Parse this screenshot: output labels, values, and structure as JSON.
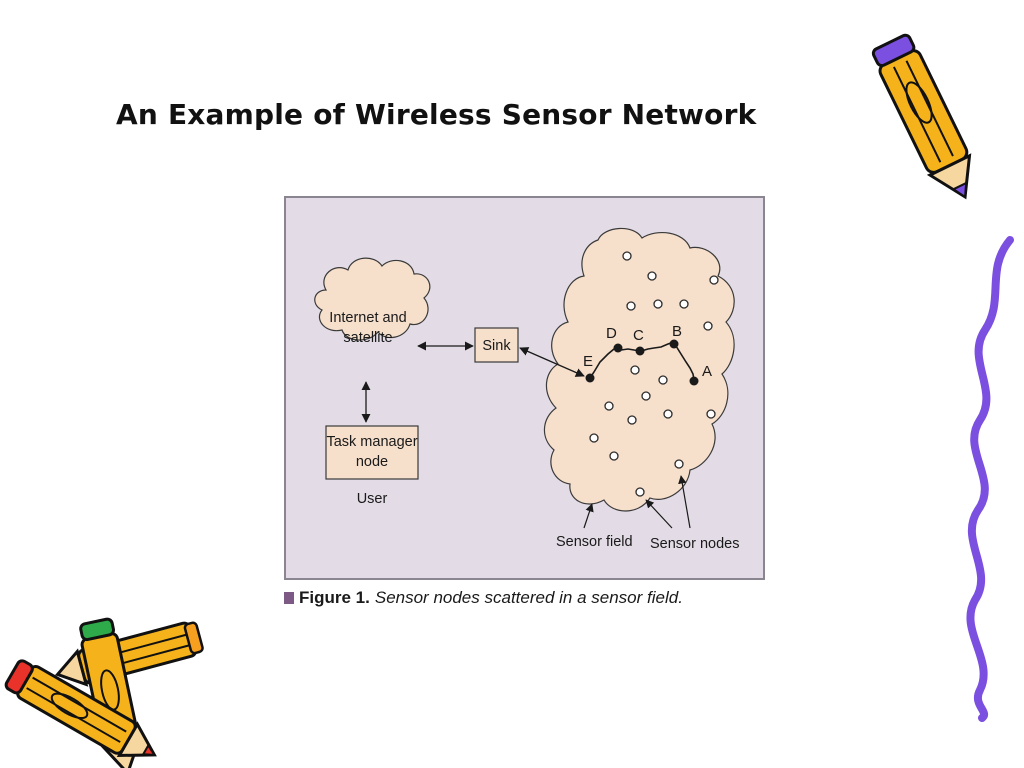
{
  "slide": {
    "title": "An Example of Wireless Sensor Network"
  },
  "figure": {
    "internet_label_line1": "Internet and",
    "internet_label_line2": "satellite",
    "sink_label": "Sink",
    "task_manager_line1": "Task manager",
    "task_manager_line2": "node",
    "user_label": "User",
    "sensor_field_label": "Sensor field",
    "sensor_nodes_label": "Sensor nodes",
    "path_nodes": [
      "A",
      "B",
      "C",
      "D",
      "E"
    ]
  },
  "caption": {
    "label": "Figure 1.",
    "text": "Sensor nodes scattered in a sensor field."
  },
  "colors": {
    "figure_background": "#e3dce6",
    "cloud_fill": "#f6dfcb",
    "pencil_yellow": "#f5b21a",
    "squiggle_purple": "#7b4fe0",
    "caption_square": "#7d5a86"
  }
}
